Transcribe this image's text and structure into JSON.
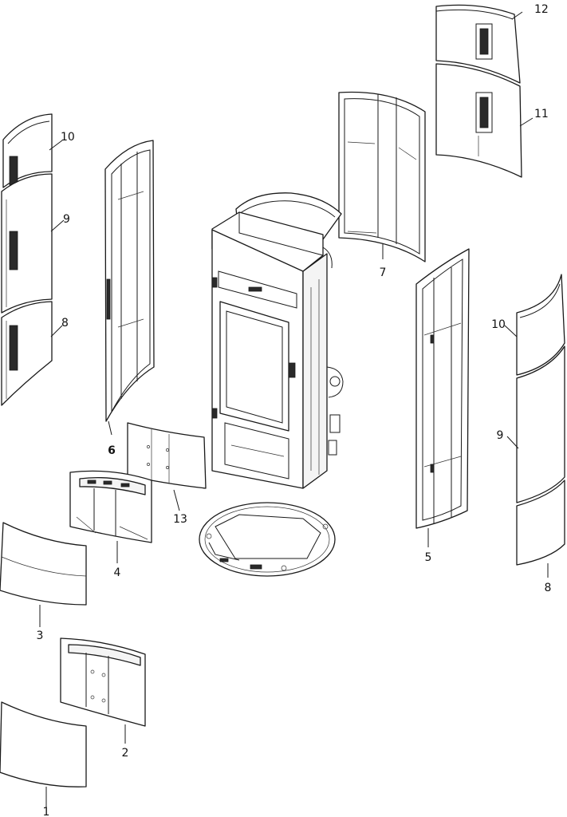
{
  "callouts": {
    "c1": "1",
    "c2": "2",
    "c3": "3",
    "c4": "4",
    "c5": "5",
    "c6": "6",
    "c7": "7",
    "c8_left": "8",
    "c8_right": "8",
    "c9_left": "9",
    "c9_right": "9",
    "c10_left": "10",
    "c10_right": "10",
    "c11": "11",
    "c12": "12",
    "c13": "13"
  }
}
